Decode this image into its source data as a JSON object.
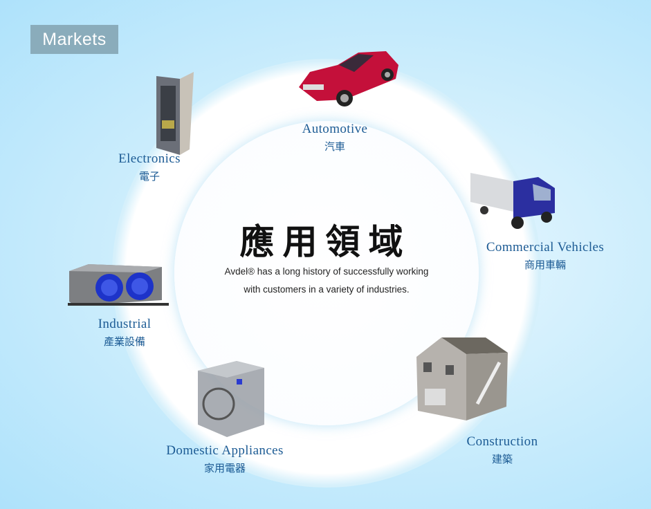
{
  "badge": "Markets",
  "title": "應用領域",
  "description": [
    "Avdel® has a long history of successfully working",
    "with customers in a variety of industries."
  ],
  "markets": [
    {
      "en": "Automotive",
      "zh": "汽車"
    },
    {
      "en": "Electronics",
      "zh": "電子"
    },
    {
      "en": "Commercial Vehicles",
      "zh": "商用車輛"
    },
    {
      "en": "Industrial",
      "zh": "產業設備"
    },
    {
      "en": "Domestic Appliances",
      "zh": "家用電器"
    },
    {
      "en": "Construction",
      "zh": "建築"
    }
  ]
}
